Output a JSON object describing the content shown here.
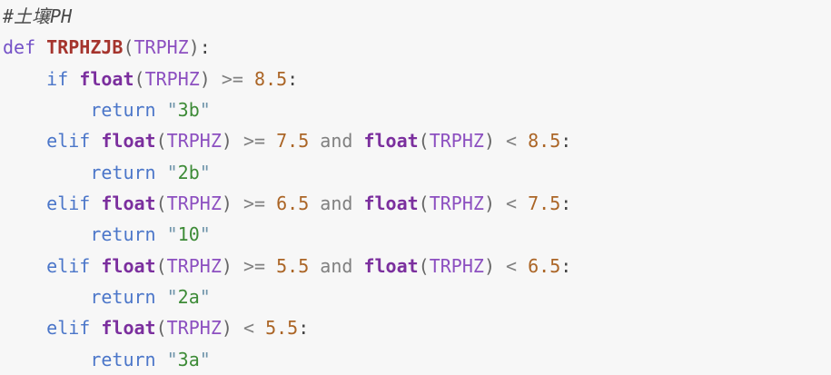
{
  "code_block": {
    "language": "python",
    "background": "#f7f7f7",
    "colors": {
      "text": "#333333",
      "comment": "#4a4a4a",
      "keyword": "#4b76c9",
      "storage": "#7552c8",
      "function": "#a5342d",
      "builtin": "#7b2f9e",
      "variable": "#8c4fc0",
      "number": "#ab6526",
      "operator": "#808080",
      "paren": "#666666",
      "punctuation": "#444444",
      "string": "#3d8b37",
      "string_quote": "#6f94aa"
    },
    "lines": [
      {
        "tokens": [
          [
            "com",
            "#土壤PH"
          ]
        ]
      },
      {
        "tokens": [
          [
            "st",
            "def"
          ],
          [
            "pln",
            " "
          ],
          [
            "fn",
            "TRPHZJB"
          ],
          [
            "pn",
            "("
          ],
          [
            "vr",
            "TRPHZ"
          ],
          [
            "pn",
            ")"
          ],
          [
            "pu",
            ":"
          ]
        ]
      },
      {
        "tokens": [
          [
            "pln",
            "    "
          ],
          [
            "kw",
            "if"
          ],
          [
            "pln",
            " "
          ],
          [
            "bi",
            "float"
          ],
          [
            "pn",
            "("
          ],
          [
            "vr",
            "TRPHZ"
          ],
          [
            "pn",
            ")"
          ],
          [
            "pln",
            " "
          ],
          [
            "op",
            ">="
          ],
          [
            "pln",
            " "
          ],
          [
            "num",
            "8.5"
          ],
          [
            "pu",
            ":"
          ]
        ]
      },
      {
        "tokens": [
          [
            "pln",
            "        "
          ],
          [
            "kw",
            "return"
          ],
          [
            "pln",
            " "
          ],
          [
            "sq",
            "\""
          ],
          [
            "str",
            "3b"
          ],
          [
            "sq",
            "\""
          ]
        ]
      },
      {
        "tokens": [
          [
            "pln",
            "    "
          ],
          [
            "kw",
            "elif"
          ],
          [
            "pln",
            " "
          ],
          [
            "bi",
            "float"
          ],
          [
            "pn",
            "("
          ],
          [
            "vr",
            "TRPHZ"
          ],
          [
            "pn",
            ")"
          ],
          [
            "pln",
            " "
          ],
          [
            "op",
            ">="
          ],
          [
            "pln",
            " "
          ],
          [
            "num",
            "7.5"
          ],
          [
            "pln",
            " "
          ],
          [
            "op",
            "and"
          ],
          [
            "pln",
            " "
          ],
          [
            "bi",
            "float"
          ],
          [
            "pn",
            "("
          ],
          [
            "vr",
            "TRPHZ"
          ],
          [
            "pn",
            ")"
          ],
          [
            "pln",
            " "
          ],
          [
            "op",
            "<"
          ],
          [
            "pln",
            " "
          ],
          [
            "num",
            "8.5"
          ],
          [
            "pu",
            ":"
          ]
        ]
      },
      {
        "tokens": [
          [
            "pln",
            "        "
          ],
          [
            "kw",
            "return"
          ],
          [
            "pln",
            " "
          ],
          [
            "sq",
            "\""
          ],
          [
            "str",
            "2b"
          ],
          [
            "sq",
            "\""
          ]
        ]
      },
      {
        "tokens": [
          [
            "pln",
            "    "
          ],
          [
            "kw",
            "elif"
          ],
          [
            "pln",
            " "
          ],
          [
            "bi",
            "float"
          ],
          [
            "pn",
            "("
          ],
          [
            "vr",
            "TRPHZ"
          ],
          [
            "pn",
            ")"
          ],
          [
            "pln",
            " "
          ],
          [
            "op",
            ">="
          ],
          [
            "pln",
            " "
          ],
          [
            "num",
            "6.5"
          ],
          [
            "pln",
            " "
          ],
          [
            "op",
            "and"
          ],
          [
            "pln",
            " "
          ],
          [
            "bi",
            "float"
          ],
          [
            "pn",
            "("
          ],
          [
            "vr",
            "TRPHZ"
          ],
          [
            "pn",
            ")"
          ],
          [
            "pln",
            " "
          ],
          [
            "op",
            "<"
          ],
          [
            "pln",
            " "
          ],
          [
            "num",
            "7.5"
          ],
          [
            "pu",
            ":"
          ]
        ]
      },
      {
        "tokens": [
          [
            "pln",
            "        "
          ],
          [
            "kw",
            "return"
          ],
          [
            "pln",
            " "
          ],
          [
            "sq",
            "\""
          ],
          [
            "str",
            "10"
          ],
          [
            "sq",
            "\""
          ]
        ]
      },
      {
        "tokens": [
          [
            "pln",
            "    "
          ],
          [
            "kw",
            "elif"
          ],
          [
            "pln",
            " "
          ],
          [
            "bi",
            "float"
          ],
          [
            "pn",
            "("
          ],
          [
            "vr",
            "TRPHZ"
          ],
          [
            "pn",
            ")"
          ],
          [
            "pln",
            " "
          ],
          [
            "op",
            ">="
          ],
          [
            "pln",
            " "
          ],
          [
            "num",
            "5.5"
          ],
          [
            "pln",
            " "
          ],
          [
            "op",
            "and"
          ],
          [
            "pln",
            " "
          ],
          [
            "bi",
            "float"
          ],
          [
            "pn",
            "("
          ],
          [
            "vr",
            "TRPHZ"
          ],
          [
            "pn",
            ")"
          ],
          [
            "pln",
            " "
          ],
          [
            "op",
            "<"
          ],
          [
            "pln",
            " "
          ],
          [
            "num",
            "6.5"
          ],
          [
            "pu",
            ":"
          ]
        ]
      },
      {
        "tokens": [
          [
            "pln",
            "        "
          ],
          [
            "kw",
            "return"
          ],
          [
            "pln",
            " "
          ],
          [
            "sq",
            "\""
          ],
          [
            "str",
            "2a"
          ],
          [
            "sq",
            "\""
          ]
        ]
      },
      {
        "tokens": [
          [
            "pln",
            "    "
          ],
          [
            "kw",
            "elif"
          ],
          [
            "pln",
            " "
          ],
          [
            "bi",
            "float"
          ],
          [
            "pn",
            "("
          ],
          [
            "vr",
            "TRPHZ"
          ],
          [
            "pn",
            ")"
          ],
          [
            "pln",
            " "
          ],
          [
            "op",
            "<"
          ],
          [
            "pln",
            " "
          ],
          [
            "num",
            "5.5"
          ],
          [
            "pu",
            ":"
          ]
        ]
      },
      {
        "tokens": [
          [
            "pln",
            "        "
          ],
          [
            "kw",
            "return"
          ],
          [
            "pln",
            " "
          ],
          [
            "sq",
            "\""
          ],
          [
            "str",
            "3a"
          ],
          [
            "sq",
            "\""
          ]
        ]
      }
    ]
  }
}
